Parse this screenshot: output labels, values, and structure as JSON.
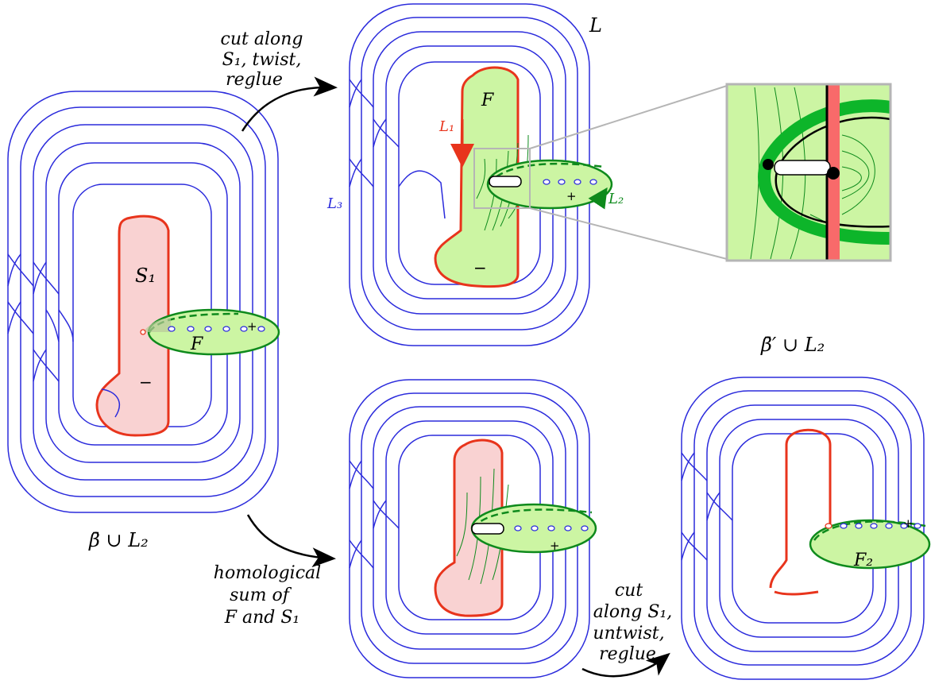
{
  "labels": {
    "arrow_top": [
      "cut along",
      "S₁, twist,",
      "reglue"
    ],
    "arrow_bottom_left": [
      "homological",
      "sum of",
      "F and S₁"
    ],
    "arrow_bottom_right": [
      "cut",
      "along S₁,",
      "untwist,",
      "reglue"
    ],
    "left_S1": "S₁",
    "left_F": "F",
    "left_minus": "−",
    "left_plus": "+",
    "left_caption": "β̄ ∪ L₂",
    "top_L": "L",
    "top_F": "F",
    "top_L1": "L₁",
    "top_L2": "L₂",
    "top_L3": "L₃",
    "top_minus": "−",
    "top_plus": "+",
    "bottom_plus": "+",
    "right_caption": "β̄′ ∪ L₂",
    "right_F2": "F₂",
    "right_plus": "+"
  },
  "colors": {
    "blue_strand": "#2b2bdc",
    "red_boundary": "#e8341c",
    "red_fill": "#f9d2d2",
    "green_fill": "#ccf5a3",
    "green_edge": "#0e8a1c",
    "inset_red": "#f86a6a",
    "inset_green": "#0db52a",
    "inset_frame": "#b5b5b5"
  }
}
